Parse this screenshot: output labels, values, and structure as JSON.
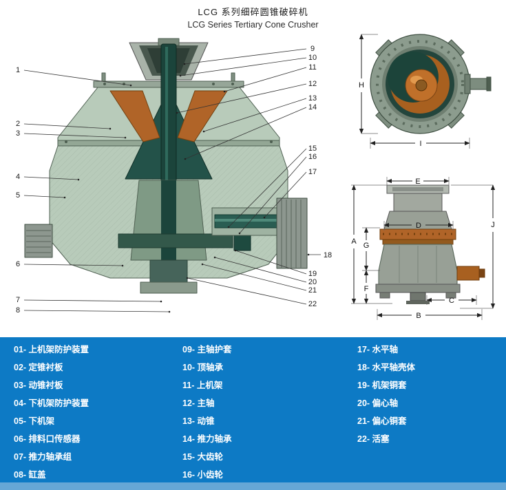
{
  "page": {
    "title_zh": "LCG 系列细碎圆锥破碎机",
    "title_en": "LCG Series Tertiary Cone Crusher"
  },
  "callouts": {
    "left": [
      "1",
      "2",
      "3",
      "4",
      "5",
      "6",
      "7",
      "8"
    ],
    "right": [
      "9",
      "10",
      "11",
      "12",
      "13",
      "14",
      "15",
      "16",
      "17",
      "18",
      "19",
      "20",
      "21",
      "22"
    ]
  },
  "dims": {
    "top": [
      "H",
      "I"
    ],
    "side": [
      "A",
      "B",
      "C",
      "D",
      "E",
      "F",
      "G",
      "J"
    ]
  },
  "legend": {
    "col1": [
      "01- 上机架防护装置",
      "02- 定锥衬板",
      "03- 动锥衬板",
      "04- 下机架防护装置",
      "05- 下机架",
      "06- 排料口传感器",
      "07- 推力轴承组",
      "08- 缸盖"
    ],
    "col2": [
      "09- 主轴护套",
      "10- 顶轴承",
      "11- 上机架",
      "12- 主轴",
      "13- 动锥",
      "14- 推力轴承",
      "15- 大齿轮",
      "16- 小齿轮"
    ],
    "col3": [
      "17- 水平轴",
      "18- 水平轴壳体",
      "19- 机架铜套",
      "20- 偏心轴",
      "21- 偏心铜套",
      "22- 活塞"
    ]
  },
  "colors": {
    "legend_bg": "#0d7ac5",
    "legend_strip": "#66a7d6",
    "copper": "#b06428",
    "teal_dark": "#1b443b",
    "body_green": "#b8cbba"
  }
}
